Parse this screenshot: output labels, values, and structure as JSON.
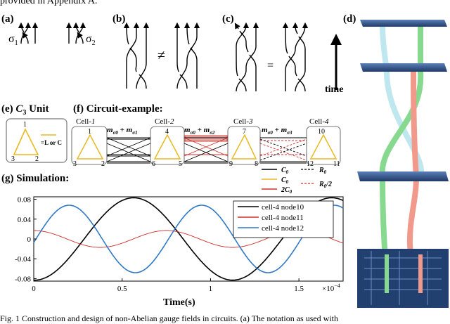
{
  "header_fragment": "provided in Appendix A.",
  "footer_fragment": "Fig. 1 Construction and design of non-Abelian gauge fields in circuits. (a) The notation as used with",
  "panels": {
    "a": {
      "label": "(a)",
      "sigma1": "σ",
      "sigma1_sub": "1",
      "sigma2": "σ",
      "sigma2_sub": "2"
    },
    "b": {
      "label": "(b)",
      "neq": "≠"
    },
    "c": {
      "label": "(c)",
      "eq": "="
    },
    "d": {
      "label": "(d)"
    },
    "time_label": "time",
    "e": {
      "label_prefix": "(e) ",
      "label_c": "C",
      "label_sub": "3",
      "label_suffix": " Unit",
      "legend": "=L or C",
      "nodes": [
        "1",
        "3",
        "2"
      ]
    },
    "f": {
      "label": "(f) Circuit-example:",
      "cells": [
        {
          "name": "Cell-",
          "index": "1",
          "nodes": [
            "1",
            "3",
            "2"
          ]
        },
        {
          "name": "Cell-",
          "index": "2",
          "nodes": [
            "4",
            "6",
            "5"
          ]
        },
        {
          "name": "Cell-",
          "index": "3",
          "nodes": [
            "7",
            "9",
            "8"
          ]
        },
        {
          "name": "Cell-",
          "index": "4",
          "nodes": [
            "10",
            "12",
            "11"
          ]
        }
      ],
      "couplings": [
        {
          "m": "m",
          "sub": "σ0",
          "plus": " + ",
          "m2": "m",
          "sub2": "σ1"
        },
        {
          "m": "m",
          "sub": "σ0",
          "plus": " + ",
          "m2": "m",
          "sub2": "σ2"
        },
        {
          "m": "m",
          "sub": "σ0",
          "plus": " + ",
          "m2": "m",
          "sub2": "σ3"
        }
      ],
      "legend": [
        {
          "sym": "C",
          "sub": "0",
          "style": "black-solid"
        },
        {
          "sym": "R",
          "sub": "0",
          "style": "black-dashed"
        },
        {
          "sym": "C",
          "sub": "0",
          "style": "yellow-solid"
        },
        {
          "sym": "2C",
          "sub": "0",
          "style": "red-solid"
        },
        {
          "sym": "R",
          "sub": "0",
          "suffix": "/2",
          "style": "red-dashed"
        }
      ]
    },
    "g": {
      "label": "(g) Simulation:"
    }
  },
  "colors": {
    "yellow": "#e8b923",
    "red": "#d0312d",
    "blue": "#2f78c5",
    "black": "#000000",
    "board": "#2c4f86",
    "green": "#86d98e",
    "pink": "#f19a8c",
    "cyan": "#bfe7ef"
  },
  "chart_data": {
    "type": "line",
    "xlabel": "Time(s)",
    "x_multiplier": "×10",
    "x_multiplier_exp": "−4",
    "xlim": [
      0,
      1.75
    ],
    "ylim": [
      -0.085,
      0.085
    ],
    "x_ticks": [
      "0",
      "0.5",
      "1",
      "1.5"
    ],
    "y_ticks": [
      "0.08",
      "0.04",
      "0",
      "-0.04",
      "-0.08"
    ],
    "grid": false,
    "legend_position": "top-right",
    "series": [
      {
        "name": "cell-4 node10",
        "color": "#000000",
        "amplitude": 0.083,
        "period": 1.12,
        "phase_peak": 0.565
      },
      {
        "name": "cell-4 node11",
        "color": "#d0312d",
        "amplitude": 0.017,
        "period": 0.75,
        "phase_peak": 0.0
      },
      {
        "name": "cell-4 node12",
        "color": "#2f78c5",
        "amplitude": 0.068,
        "period": 0.75,
        "phase_peak": 0.2
      }
    ]
  }
}
